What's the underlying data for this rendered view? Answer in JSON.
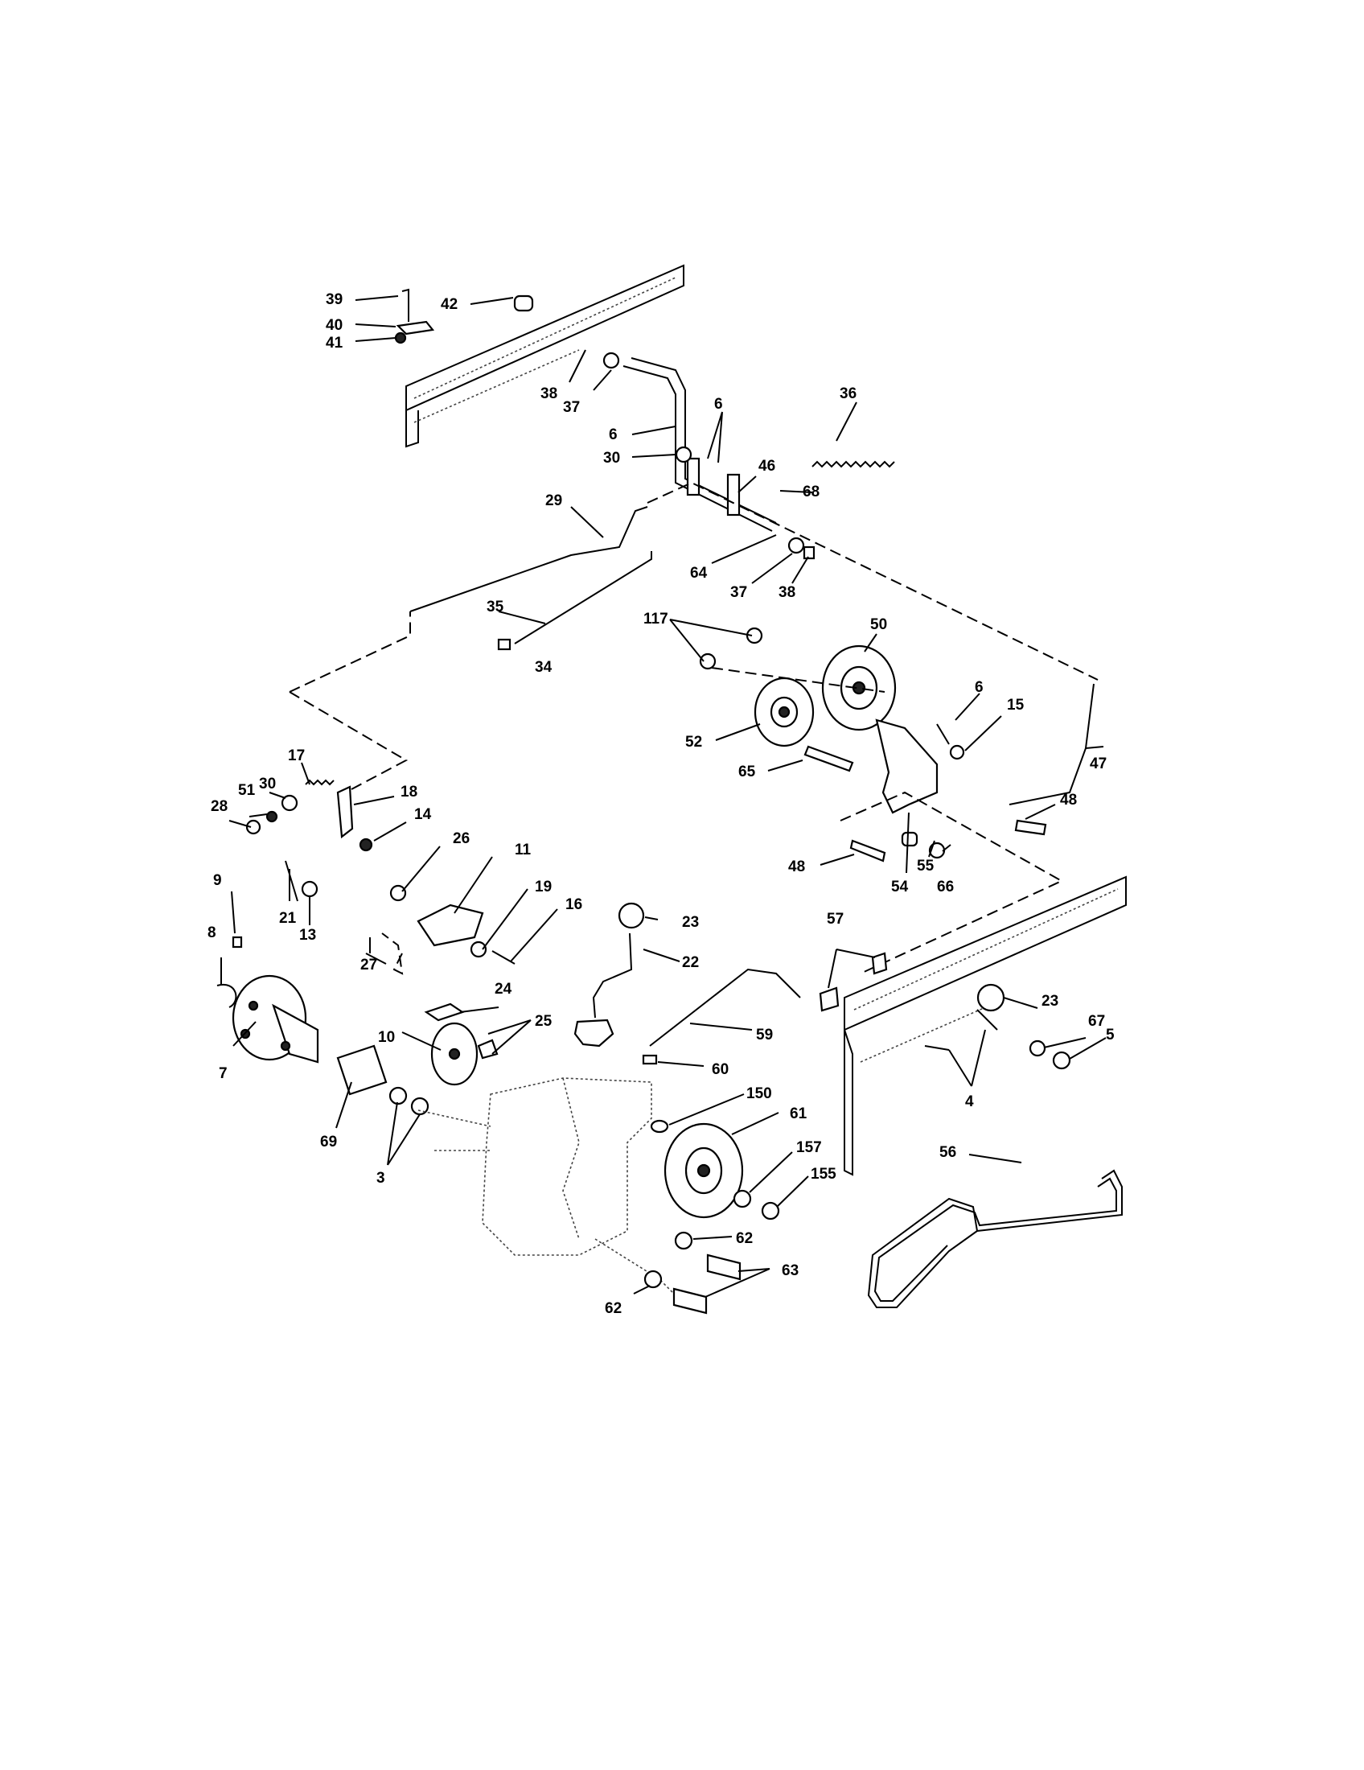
{
  "callouts": [
    {
      "id": "c39",
      "text": "39"
    },
    {
      "id": "c40",
      "text": "40"
    },
    {
      "id": "c41",
      "text": "41"
    },
    {
      "id": "c42",
      "text": "42"
    },
    {
      "id": "c38a",
      "text": "38"
    },
    {
      "id": "c37a",
      "text": "37"
    },
    {
      "id": "c36",
      "text": "36"
    },
    {
      "id": "c6a",
      "text": "6"
    },
    {
      "id": "c6b",
      "text": "6"
    },
    {
      "id": "c30a",
      "text": "30"
    },
    {
      "id": "c46",
      "text": "46"
    },
    {
      "id": "c68",
      "text": "68"
    },
    {
      "id": "c29",
      "text": "29"
    },
    {
      "id": "c64",
      "text": "64"
    },
    {
      "id": "c37b",
      "text": "37"
    },
    {
      "id": "c38b",
      "text": "38"
    },
    {
      "id": "c35",
      "text": "35"
    },
    {
      "id": "c34",
      "text": "34"
    },
    {
      "id": "c117",
      "text": "117"
    },
    {
      "id": "c50",
      "text": "50"
    },
    {
      "id": "c6c",
      "text": "6"
    },
    {
      "id": "c15",
      "text": "15"
    },
    {
      "id": "c47",
      "text": "47"
    },
    {
      "id": "c52",
      "text": "52"
    },
    {
      "id": "c65",
      "text": "65"
    },
    {
      "id": "c48a",
      "text": "48"
    },
    {
      "id": "c48b",
      "text": "48"
    },
    {
      "id": "c55",
      "text": "55"
    },
    {
      "id": "c54",
      "text": "54"
    },
    {
      "id": "c66",
      "text": "66"
    },
    {
      "id": "c17",
      "text": "17"
    },
    {
      "id": "c30b",
      "text": "30"
    },
    {
      "id": "c51",
      "text": "51"
    },
    {
      "id": "c28",
      "text": "28"
    },
    {
      "id": "c18",
      "text": "18"
    },
    {
      "id": "c14",
      "text": "14"
    },
    {
      "id": "c26",
      "text": "26"
    },
    {
      "id": "c11",
      "text": "11"
    },
    {
      "id": "c21",
      "text": "21"
    },
    {
      "id": "c13",
      "text": "13"
    },
    {
      "id": "c19",
      "text": "19"
    },
    {
      "id": "c16",
      "text": "16"
    },
    {
      "id": "c27",
      "text": "27"
    },
    {
      "id": "c9",
      "text": "9"
    },
    {
      "id": "c8",
      "text": "8"
    },
    {
      "id": "c7",
      "text": "7"
    },
    {
      "id": "c23a",
      "text": "23"
    },
    {
      "id": "c22",
      "text": "22"
    },
    {
      "id": "c57",
      "text": "57"
    },
    {
      "id": "c23b",
      "text": "23"
    },
    {
      "id": "c24",
      "text": "24"
    },
    {
      "id": "c25",
      "text": "25"
    },
    {
      "id": "c10",
      "text": "10"
    },
    {
      "id": "c59",
      "text": "59"
    },
    {
      "id": "c67",
      "text": "67"
    },
    {
      "id": "c5",
      "text": "5"
    },
    {
      "id": "c60",
      "text": "60"
    },
    {
      "id": "c4",
      "text": "4"
    },
    {
      "id": "c69",
      "text": "69"
    },
    {
      "id": "c3",
      "text": "3"
    },
    {
      "id": "c150",
      "text": "150"
    },
    {
      "id": "c61",
      "text": "61"
    },
    {
      "id": "c56",
      "text": "56"
    },
    {
      "id": "c157",
      "text": "157"
    },
    {
      "id": "c155",
      "text": "155"
    },
    {
      "id": "c62a",
      "text": "62"
    },
    {
      "id": "c63",
      "text": "63"
    },
    {
      "id": "c62b",
      "text": "62"
    }
  ]
}
